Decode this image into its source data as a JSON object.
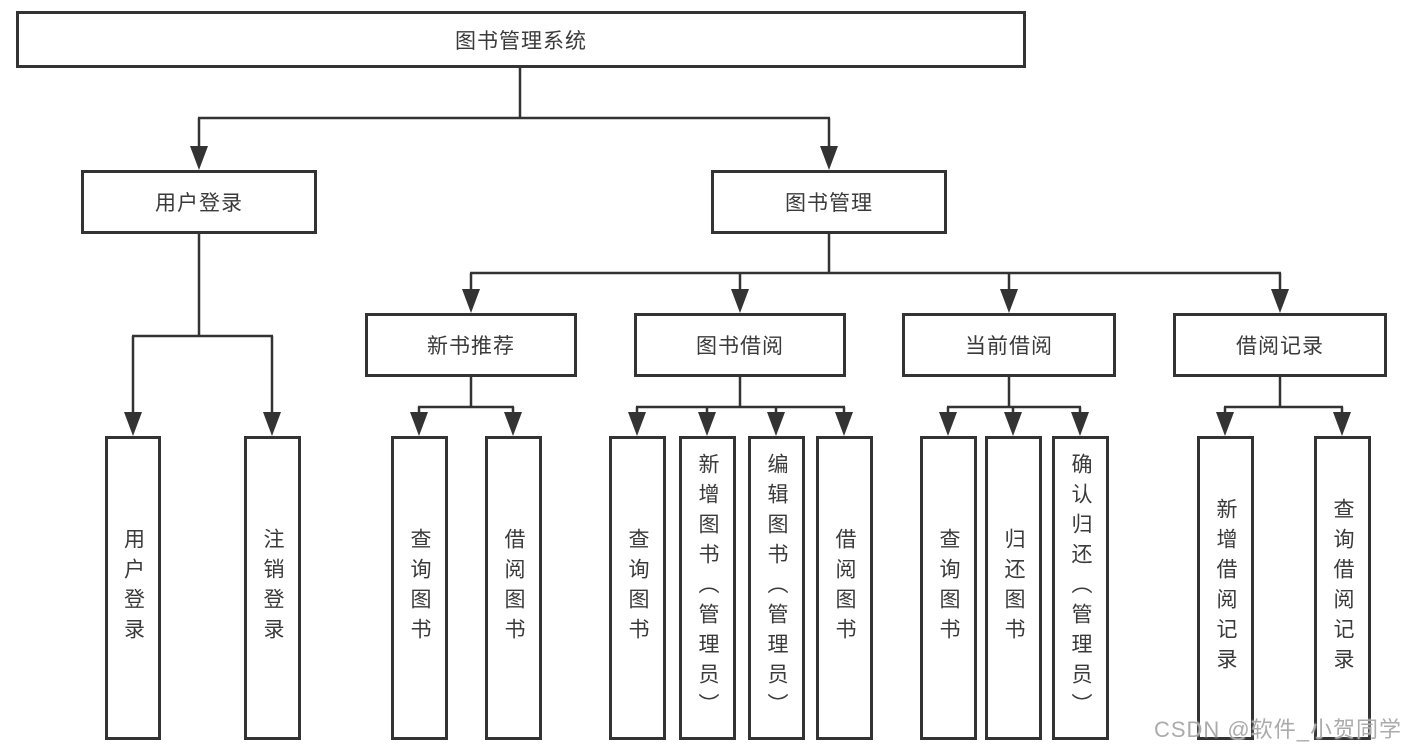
{
  "colors": {
    "line": "#333333",
    "text": "#3a3a3a",
    "watermark": "#ababab",
    "background": "#ffffff"
  },
  "tree": {
    "root": "图书管理系统",
    "branches": [
      {
        "label": "用户登录",
        "children": [
          "用户登录",
          "注销登录"
        ]
      },
      {
        "label": "图书管理",
        "children": [
          {
            "label": "新书推荐",
            "children": [
              "查询图书",
              "借阅图书"
            ]
          },
          {
            "label": "图书借阅",
            "children": [
              "查询图书",
              "新增图书（管理员）",
              "编辑图书（管理员）",
              "借阅图书"
            ]
          },
          {
            "label": "当前借阅",
            "children": [
              "查询图书",
              "归还图书",
              "确认归还（管理员）"
            ]
          },
          {
            "label": "借阅记录",
            "children": [
              "新增借阅记录",
              "查询借阅记录"
            ]
          }
        ]
      }
    ]
  },
  "watermark": {
    "text": "CSDN @软件_小贺同学"
  }
}
